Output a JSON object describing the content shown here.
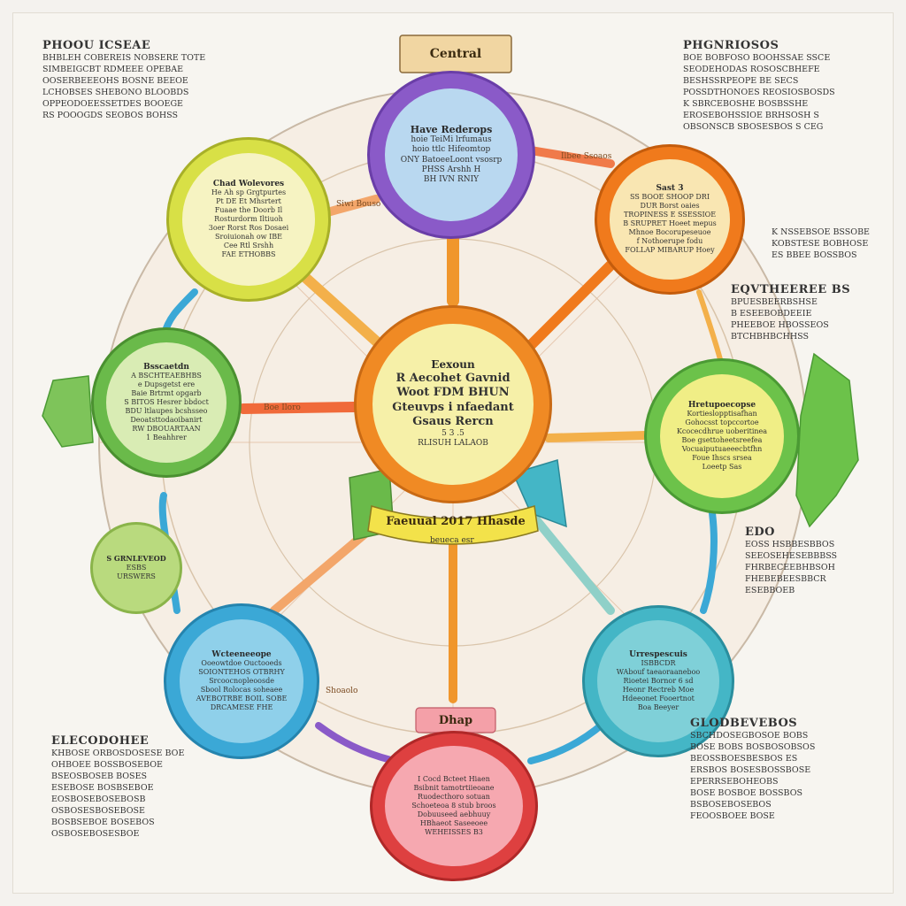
{
  "top_banner": {
    "text": "Central"
  },
  "center": {
    "head": "Eexoun",
    "lines": [
      "R Aecohet Gavnid",
      "Woot FDM BHUN",
      "Gteuvps i nfaedant",
      "Gsaus Rercn"
    ],
    "foot": [
      "5 3 .5",
      "RLISUH LALAOB"
    ]
  },
  "ribbon": {
    "text": "Faeuual 2017 Hhasde",
    "sub": "beueca esr"
  },
  "nodes": {
    "purple": {
      "head": "Have Rederops",
      "lines": [
        "hoie TeiMi lrfumaus",
        "hoio ttlc Hifeomtop",
        "ONY BatoeeLoont vsosrp",
        "PHSS Arshh H",
        "BH IVN RNIY"
      ]
    },
    "orange": {
      "head": "Sast 3",
      "lines": [
        "SS BOOE SHOOP DRI",
        "DUR Borst oaies",
        "TROPINESS E SSESSIOE",
        "B SRUPRET Hoeet mepus",
        "Mhnoe Bocorupeseuoe",
        "f Nothoerupe fodu",
        "FOLLAP MIBARUP Hoey"
      ]
    },
    "yellow": {
      "head": "Chad Wolevores",
      "lines": [
        "He Ah sp Grgtpurtes",
        "Pt DE Et Mhsrtert",
        "Fuaae the Doorb Il",
        "Rosturdorm Iltiuoh",
        "3oer Rorst Ros Dosaei",
        "Sroiuionah ow IBE",
        "Cee Rtl Srshh",
        "FAE ETHOBBS"
      ]
    },
    "green": {
      "head": "Bsscaetdn",
      "lines": [
        "A BSCHTEAEBHBS",
        "e Dupsgetst ere",
        "Baie Brtrmt opgarb",
        "S BITOS Hesrer bbdoct",
        "BDU ltlaupes bcshsseo",
        "Deoatsttodaoibanirt",
        "RW DBOUARTAAN",
        "1 Beahhrer"
      ]
    },
    "lime": {
      "head": "Hretupoecopse",
      "lines": [
        "Kortieslopptisafhan",
        "Gohocsst topccortoe",
        "Kcocecdhrue uoberitinea",
        "Boe gsettoheetsreefea",
        "Vocuaiputuaeeecbtfhn",
        "Foue Ihscs srsea",
        "Loeetp Sas"
      ]
    },
    "leaf": {
      "head": "S GRNLEVEOD",
      "lines": [
        "ESBS",
        "URSWERS"
      ]
    },
    "blue": {
      "head": "Wcteeneeope",
      "lines": [
        "Ooeowtdoe Ouctooeds",
        "SOIONTEHOS OTBRHY",
        "Srcoocnopleoosde",
        "Sbool Rolocas soheaee",
        "AVEBOTRBE BOIL SOBE",
        "DRCAMESE FHE"
      ]
    },
    "teal": {
      "head": "Urrespescuis",
      "lines": [
        "ISBBCDR",
        "WAbouf taeaoraaneboo",
        "Rioetei Bornor 6 sd",
        "Heonr Rectreb Moe",
        "Hdeeonet Fooertnot",
        "Boa Beeyer"
      ]
    },
    "red": {
      "head": "Dhap",
      "lines": [
        "I Cocd Bcteet Hiaen",
        "Bsibnit tamotrtiieoane",
        "Ruodecthoro sotuan",
        "Schoeteoa 8 stub broos",
        "Dobuuseed aebhuuy",
        "HBhaeot Saseeoee",
        "WEHEISSES B3"
      ]
    }
  },
  "side": {
    "top_left": {
      "title": "PHOOU ICSEAE",
      "lines": [
        "BHBLEH COBEREIS NOBSERE TOTE",
        "SIMBEIGCBT RDMEEE OPEBAE",
        "OOSERBEEEOHS BOSNE BEEOE",
        "LCHOBSES SHEBONO BLOOBDS",
        "OPPEODOEESSETDES BOOEGE",
        "RS POOOGDS SEOBOS BOHSS"
      ]
    },
    "top_right": {
      "title": "PHGNRIOSOS",
      "lines": [
        "BOE BOBFOSO BOOHSSAE SSCE",
        "SEODEHODAS ROSOSCBHEFE",
        "BESHSSRPEOPE BE SECS",
        "POSSDTHONOES REOSIOSBOSDS",
        "K SBRCEBOSHE BOSBSSHE",
        "EROSEBOHSSIOE BRHSOSH S",
        "OBSONSCB SBOSESBOS S CEG"
      ]
    },
    "right_mid": {
      "title": "EQVTHEEREE BS",
      "lines": [
        "BPUESBEERBSHSE",
        "B ESEEBOBDEEIE",
        "PHEEBOE HBOSSEOS",
        "BTCHBHBCHHSS"
      ]
    },
    "right_upper": {
      "title": "",
      "lines": [
        "K NSSEBSOE BSSOBE",
        "KOBSTESE BOBHOSE",
        "ES BBEE BOSSBOS"
      ]
    },
    "right_low": {
      "title": "EDO",
      "lines": [
        "EOSS HSBBESBBOS",
        "SEEOSEHESEBBBSS",
        "FHRBECEEBHBSOH",
        "FHEBEBEESBBCR",
        "ESEBBOEB"
      ]
    },
    "bottom_right": {
      "title": "GLODBEVEBOS",
      "lines": [
        "SBCHDOSEGBOSOE BOBS",
        "BOSE BOBS BOSBOSOBSOS",
        "BEOSSBOESBESBOS ES",
        "ERSBOS BOSESBOSSBOSE",
        "EPERRSEBOHEOBS",
        "BOSE BOSBOE BOSSBOS",
        "BSBOSEBOSEBOS",
        "FEOOSBOEE BOSE"
      ]
    },
    "bottom_left": {
      "title": "ELECODOHEE",
      "lines": [
        "KHBOSE ORBOSDOSESE BOE",
        "OHBOEE BOSSBOSEBOE",
        "BSEOSBOSEB BOSES",
        "ESEBOSE BOSBSEBOE",
        "EOSBOSEBOSEBOSB",
        "OSBOSESBOSEBOSE",
        "BOSBSEBOE BOSEBOS",
        "OSBOSEBOSESBOE"
      ]
    }
  },
  "small_labels": [
    "Siwi Bouso",
    "Boe Iloro",
    "Ilbee Ssoaos",
    "Shoaolo"
  ],
  "colors": {
    "center": "#f08a24",
    "purple": "#8a5ac8",
    "orange": "#f07a1c",
    "yellow": "#d8e046",
    "green": "#6aba4a",
    "lime": "#6cc24a",
    "blue": "#3ba8d6",
    "teal": "#44b6c6",
    "red": "#de4040",
    "leaf": "#9ccc60"
  }
}
